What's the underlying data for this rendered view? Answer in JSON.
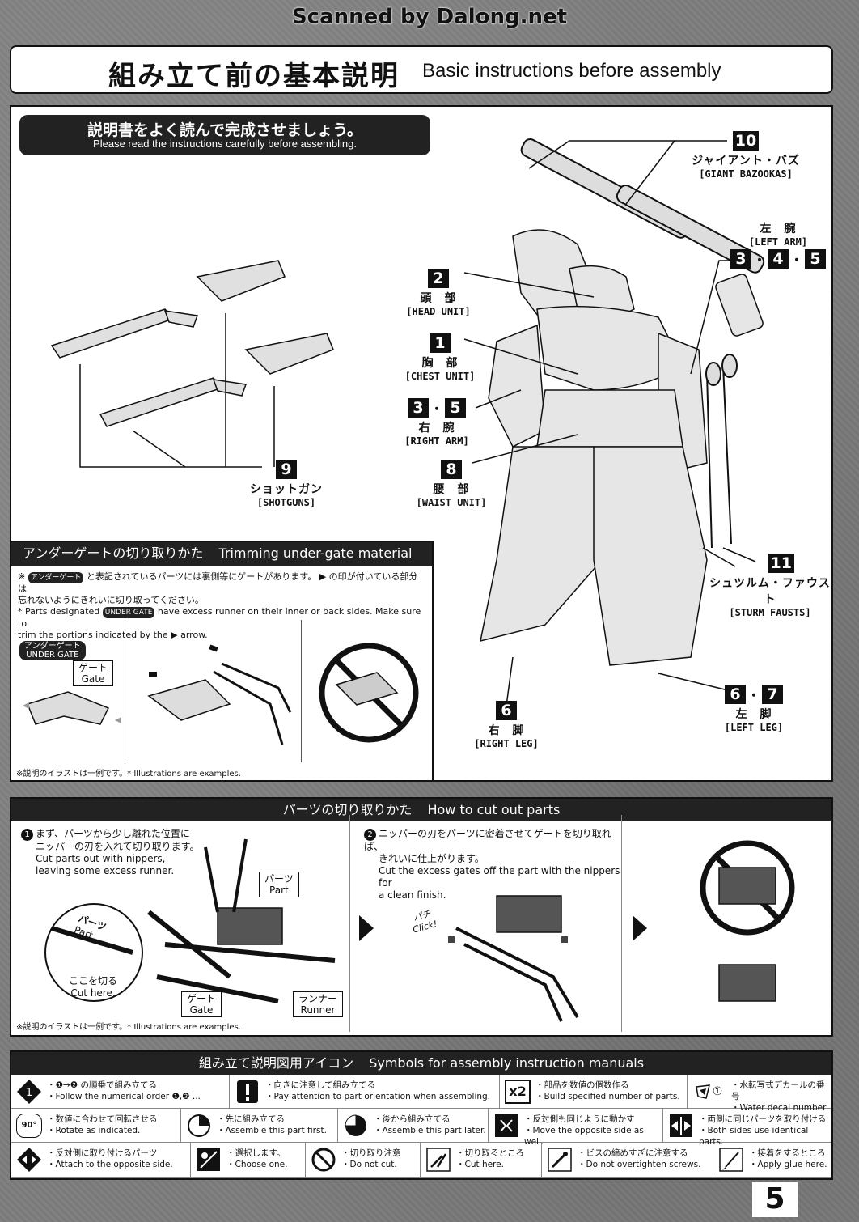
{
  "watermark": "Scanned by Dalong.net",
  "header": {
    "title_jp": "組み立て前の基本説明",
    "title_en": "Basic instructions before assembly"
  },
  "intro": {
    "jp": "説明書をよく読んで完成させましょう。",
    "en": "Please read the instructions carefully before assembling."
  },
  "callouts": {
    "bazookas": {
      "nums": [
        "10"
      ],
      "jp": "ジャイアント・バズ",
      "en": "[GIANT BAZOOKAS]"
    },
    "left_arm": {
      "nums": [
        "3",
        "4",
        "5"
      ],
      "jp": "左　腕",
      "en": "[LEFT ARM]"
    },
    "head": {
      "nums": [
        "2"
      ],
      "jp": "頭　部",
      "en": "[HEAD UNIT]"
    },
    "chest": {
      "nums": [
        "1"
      ],
      "jp": "胸　部",
      "en": "[CHEST UNIT]"
    },
    "right_arm": {
      "nums": [
        "3",
        "5"
      ],
      "jp": "右　腕",
      "en": "[RIGHT ARM]"
    },
    "waist": {
      "nums": [
        "8"
      ],
      "jp": "腰　部",
      "en": "[WAIST UNIT]"
    },
    "shotguns": {
      "nums": [
        "9"
      ],
      "jp": "ショットガン",
      "en": "[SHOTGUNS]"
    },
    "sturm_fausts": {
      "nums": [
        "11"
      ],
      "jp": "シュツルム・ファウスト",
      "en": "[STURM FAUSTS]"
    },
    "right_leg": {
      "nums": [
        "6"
      ],
      "jp": "右　脚",
      "en": "[RIGHT LEG]"
    },
    "left_leg": {
      "nums": [
        "6",
        "7"
      ],
      "jp": "左　脚",
      "en": "[LEFT LEG]"
    }
  },
  "undergate": {
    "heading_jp": "アンダーゲートの切り取りかた",
    "heading_en": "Trimming under-gate material",
    "note_jp_1": "と表記されているパーツには裏側等にゲートがあります。",
    "note_jp_1b": "の印が付いている部分は",
    "note_jp_2": "忘れないようにきれいに切り取ってください。",
    "note_en_1": "have excess runner on their inner or back sides. Make sure to",
    "note_en_prefix": "* Parts designated",
    "note_en_2": "trim the portions indicated by the",
    "note_en_2b": "arrow.",
    "tag": "アンダーゲート",
    "tag_en": "UNDER GATE",
    "gate_jp": "ゲート",
    "gate_en": "Gate",
    "footnote": "※説明のイラストは一例です。* Illustrations are examples."
  },
  "cut_parts": {
    "heading_jp": "パーツの切り取りかた",
    "heading_en": "How to cut out parts",
    "step1_jp_1": "まず、パーツから少し離れた位置に",
    "step1_jp_2": "ニッパーの刃を入れて切り取ります。",
    "step1_en_1": "Cut parts out with nippers,",
    "step1_en_2": "leaving some excess runner.",
    "step2_jp_1": "ニッパーの刃をパーツに密着させてゲートを切り取れば、",
    "step2_jp_2": "きれいに仕上がります。",
    "step2_en_1": "Cut the excess gates off the part with the nippers for",
    "step2_en_2": "a clean finish.",
    "part_jp": "パーツ",
    "part_en": "Part",
    "gate_jp": "ゲート",
    "gate_en": "Gate",
    "runner_jp": "ランナー",
    "runner_en": "Runner",
    "cut_here_jp": "ここを切る",
    "cut_here_en": "Cut here.",
    "circle_part_jp": "パーツ",
    "circle_part_en": "Part",
    "click_jp": "パチ",
    "click_en": "Click!",
    "footnote": "※説明のイラストは一例です。* Illustrations are examples."
  },
  "symbols": {
    "heading_jp": "組み立て説明図用アイコン",
    "heading_en": "Symbols for assembly instruction manuals",
    "items": [
      {
        "jp": "・❶→❷ の順番で組み立てる",
        "en": "・Follow the numerical order ❶,❷ ..."
      },
      {
        "jp": "・向きに注意して組み立てる",
        "en": "・Pay attention to part orientation when assembling."
      },
      {
        "jp": "・部品を数値の個数作る",
        "en": "・Build specified number of parts."
      },
      {
        "jp": "・水転写式デカールの番号",
        "en": "・Water decal number"
      },
      {
        "jp": "・数値に合わせて回転させる",
        "en": "・Rotate as indicated."
      },
      {
        "jp": "・先に組み立てる",
        "en": "・Assemble this part first."
      },
      {
        "jp": "・後から組み立てる",
        "en": "・Assemble this part later."
      },
      {
        "jp": "・反対側も同じように動かす",
        "en": "・Move the opposite side as well."
      },
      {
        "jp": "・両側に同じパーツを取り付ける",
        "en": "・Both sides use identical parts."
      },
      {
        "jp": "・反対側に取り付けるパーツ",
        "en": "・Attach to the opposite side."
      },
      {
        "jp": "・選択します。",
        "en": "・Choose one."
      },
      {
        "jp": "・切り取り注意",
        "en": "・Do not cut."
      },
      {
        "jp": "・切り取るところ",
        "en": "・Cut here."
      },
      {
        "jp": "・ビスの締めすぎに注意する",
        "en": "・Do not overtighten screws."
      },
      {
        "jp": "・接着をするところ",
        "en": "・Apply glue here."
      }
    ],
    "icon_labels": {
      "x2": "x2",
      "deg": "90°",
      "decal": "①"
    }
  },
  "page_number": "5"
}
